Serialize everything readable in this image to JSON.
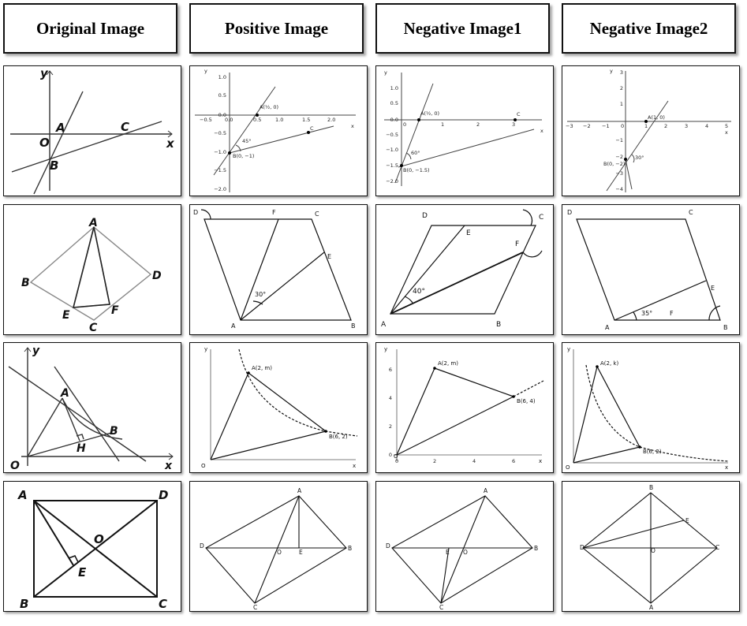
{
  "headers": [
    "Original Image",
    "Positive Image",
    "Negative Image1",
    "Negative Image2"
  ],
  "rows": [
    {
      "original": {
        "labels": [
          "y",
          "x",
          "O",
          "A",
          "B",
          "C"
        ]
      },
      "positive": {
        "labels": [
          "y",
          "x",
          "A(½, 0)",
          "B(0, −1)",
          "C",
          "45°"
        ],
        "yticks": [
          "1.0",
          "0.5",
          "0.0",
          "−0.5",
          "−1.0",
          "−1.5",
          "−2.0"
        ],
        "xticks": [
          "−0.5",
          "0.0",
          "0.5",
          "1.0",
          "1.5",
          "2.0"
        ]
      },
      "negative1": {
        "labels": [
          "y",
          "x",
          "A(½, 0)",
          "B(0, −1.5)",
          "C",
          "60°"
        ],
        "yticks": [
          "1.0",
          "0.5",
          "0.0",
          "−0.5",
          "−1.0",
          "−1.5",
          "−2.0"
        ],
        "xticks": [
          "0",
          "1",
          "2",
          "3"
        ]
      },
      "negative2": {
        "labels": [
          "y",
          "x",
          "A(1, 0)",
          "B(0, −2)",
          "30°"
        ],
        "yticks": [
          "3",
          "2",
          "1",
          "−1",
          "−2",
          "−3",
          "−4"
        ],
        "xticks": [
          "−3",
          "−2",
          "−1",
          "0",
          "1",
          "2",
          "3",
          "4",
          "5"
        ]
      }
    },
    {
      "original": {
        "labels": [
          "A",
          "B",
          "C",
          "D",
          "E",
          "F"
        ]
      },
      "positive": {
        "labels": [
          "D",
          "F",
          "C",
          "E",
          "A",
          "B",
          "30°"
        ]
      },
      "negative1": {
        "labels": [
          "D",
          "E",
          "C",
          "F",
          "A",
          "B",
          "40°"
        ]
      },
      "negative2": {
        "labels": [
          "D",
          "C",
          "E",
          "A",
          "F",
          "B",
          "35°"
        ]
      }
    },
    {
      "original": {
        "labels": [
          "y",
          "x",
          "O",
          "A",
          "B",
          "H"
        ]
      },
      "positive": {
        "labels": [
          "A(2, m)",
          "B(6, 2)",
          "O",
          "y",
          "x"
        ]
      },
      "negative1": {
        "labels": [
          "A(2, m)",
          "B(6, 4)",
          "O",
          "y",
          "x"
        ],
        "yticks": [
          "6",
          "4",
          "2",
          "0"
        ],
        "xticks": [
          "0",
          "2",
          "4",
          "6"
        ]
      },
      "negative2": {
        "labels": [
          "A(2, k)",
          "B(6, 2)",
          "O",
          "y",
          "x"
        ]
      }
    },
    {
      "original": {
        "labels": [
          "A",
          "D",
          "B",
          "C",
          "O",
          "E"
        ]
      },
      "positive": {
        "labels": [
          "A",
          "D",
          "O",
          "E",
          "B",
          "C"
        ]
      },
      "negative1": {
        "labels": [
          "A",
          "D",
          "E",
          "O",
          "B",
          "C"
        ]
      },
      "negative2": {
        "labels": [
          "B",
          "E",
          "D",
          "O",
          "C",
          "A"
        ]
      }
    }
  ]
}
